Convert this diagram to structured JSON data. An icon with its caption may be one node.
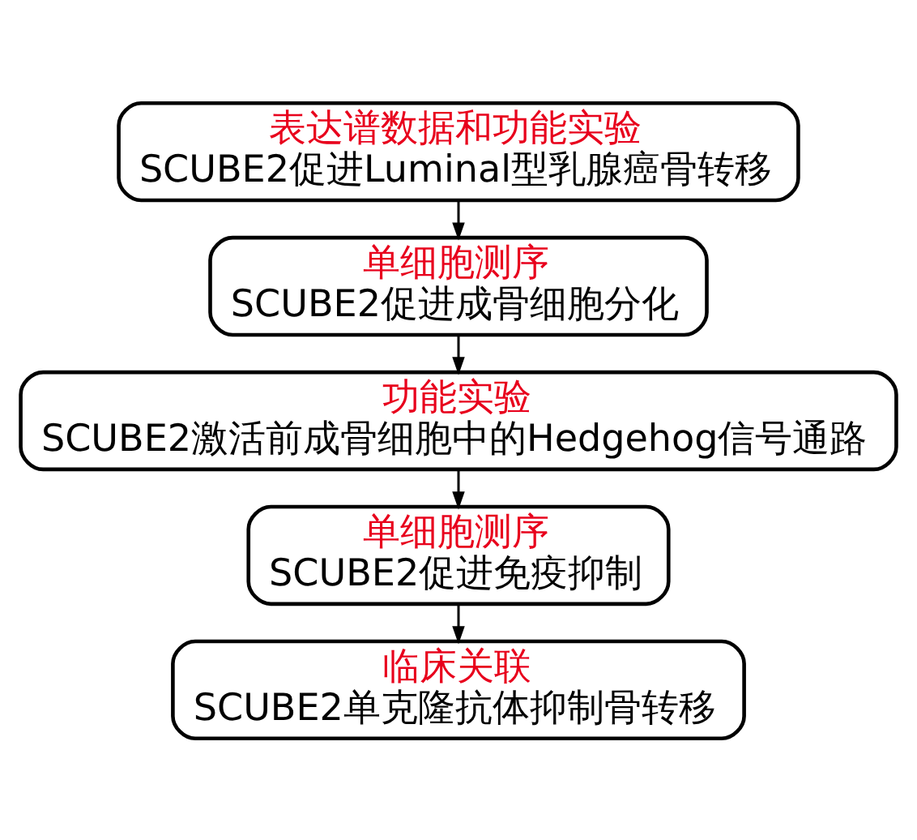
{
  "diagram": {
    "nodes": [
      {
        "text": [
          "表达谱数据和功能实验",
          "SCUBE2促进Luminal型乳腺癌骨转移"
        ]
      },
      {
        "text": [
          "单细胞测序",
          "SCUBE2促进成骨细胞分化"
        ]
      },
      {
        "text": [
          "功能实验",
          "SCUBE2激活前成骨细胞中的Hedgehog信号通路"
        ]
      },
      {
        "text": [
          "单细胞测序",
          "SCUBE2促进免疫抑制"
        ]
      },
      {
        "text": [
          "临床关联",
          "SCUBE2单克隆抗体抑制骨转移"
        ]
      }
    ],
    "edges": [
      {
        "from": 0,
        "to": 1,
        "arrow": "to"
      },
      {
        "from": 1,
        "to": 2,
        "arrow": "to"
      },
      {
        "from": 2,
        "to": 3,
        "arrow": "to"
      },
      {
        "from": 3,
        "to": 4,
        "arrow": "to"
      }
    ]
  }
}
